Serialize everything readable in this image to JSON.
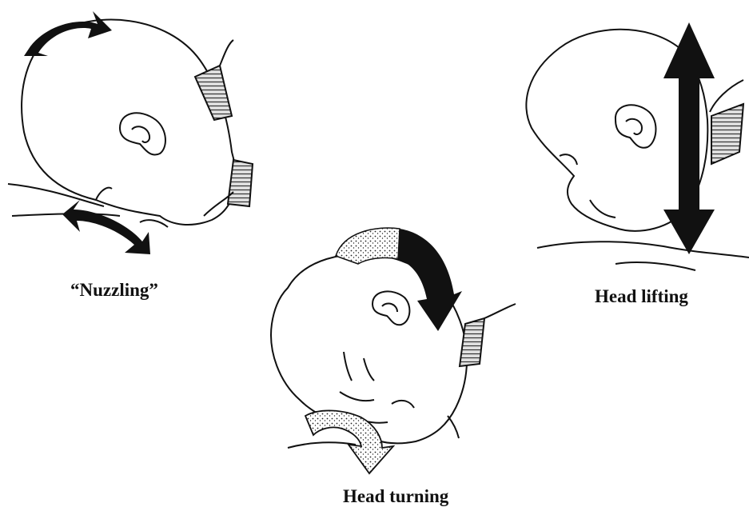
{
  "captions": {
    "nuzzling": "“Nuzzling”",
    "head_lifting": "Head lifting",
    "head_turning": "Head turning"
  },
  "colors": {
    "ink": "#111111",
    "background": "#ffffff",
    "stipple": "#bdbdbd"
  },
  "icons": [
    "double-arrow-icon",
    "vertical-double-arrow-icon",
    "curved-arrow-icon"
  ]
}
